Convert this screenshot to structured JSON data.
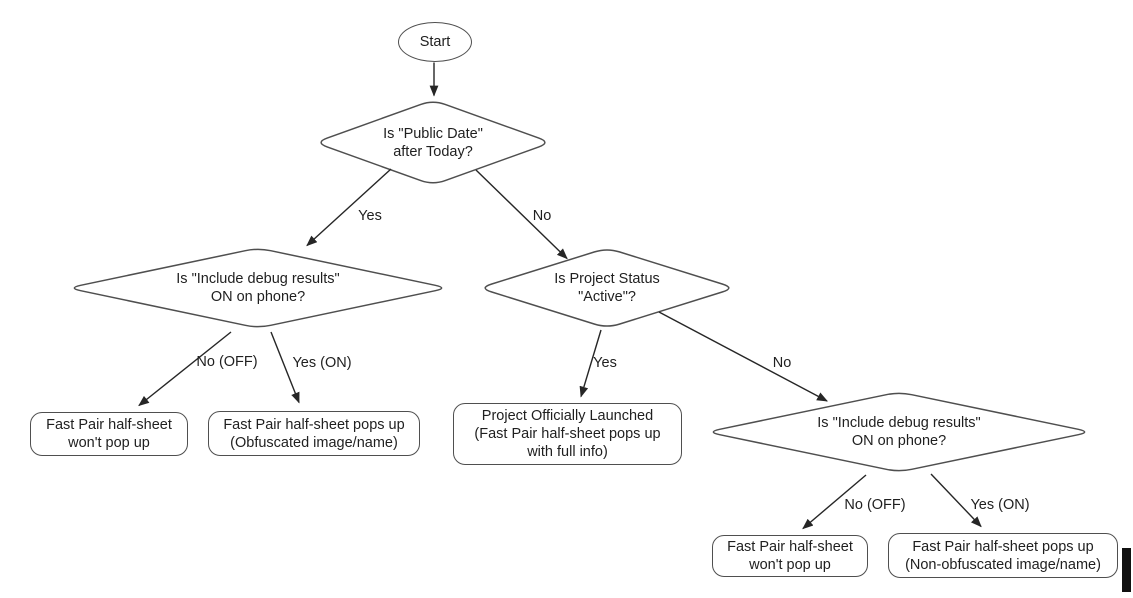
{
  "diagram": {
    "type": "flowchart",
    "nodes": {
      "start": {
        "shape": "terminal",
        "label": "Start"
      },
      "public_date": {
        "shape": "decision",
        "label": "Is \"Public Date\"\nafter Today?"
      },
      "debug_left": {
        "shape": "decision",
        "label": "Is \"Include debug results\"\nON on phone?"
      },
      "project_status": {
        "shape": "decision",
        "label": "Is Project Status\n\"Active\"?"
      },
      "debug_right": {
        "shape": "decision",
        "label": "Is \"Include debug results\"\nON on phone?"
      },
      "no_popup_left": {
        "shape": "outcome",
        "label": "Fast Pair half-sheet\nwon't pop up"
      },
      "obfuscated": {
        "shape": "outcome",
        "label": "Fast Pair half-sheet pops up\n(Obfuscated image/name)"
      },
      "launched": {
        "shape": "outcome",
        "label": "Project Officially Launched\n(Fast Pair half-sheet pops up\nwith full info)"
      },
      "no_popup_right": {
        "shape": "outcome",
        "label": "Fast Pair half-sheet\nwon't pop up"
      },
      "non_obfuscated": {
        "shape": "outcome",
        "label": "Fast Pair half-sheet pops up\n(Non-obfuscated image/name)"
      }
    },
    "edges": [
      {
        "from": "start",
        "to": "public_date",
        "label": ""
      },
      {
        "from": "public_date",
        "to": "debug_left",
        "label": "Yes"
      },
      {
        "from": "public_date",
        "to": "project_status",
        "label": "No"
      },
      {
        "from": "debug_left",
        "to": "no_popup_left",
        "label": "No (OFF)"
      },
      {
        "from": "debug_left",
        "to": "obfuscated",
        "label": "Yes (ON)"
      },
      {
        "from": "project_status",
        "to": "launched",
        "label": "Yes"
      },
      {
        "from": "project_status",
        "to": "debug_right",
        "label": "No"
      },
      {
        "from": "debug_right",
        "to": "no_popup_right",
        "label": "No (OFF)"
      },
      {
        "from": "debug_right",
        "to": "non_obfuscated",
        "label": "Yes (ON)"
      }
    ],
    "colors": {
      "shape_stroke": "#4f4f4f",
      "arrow": "#262626",
      "text": "#1f1f1f",
      "background": "#ffffff"
    }
  }
}
